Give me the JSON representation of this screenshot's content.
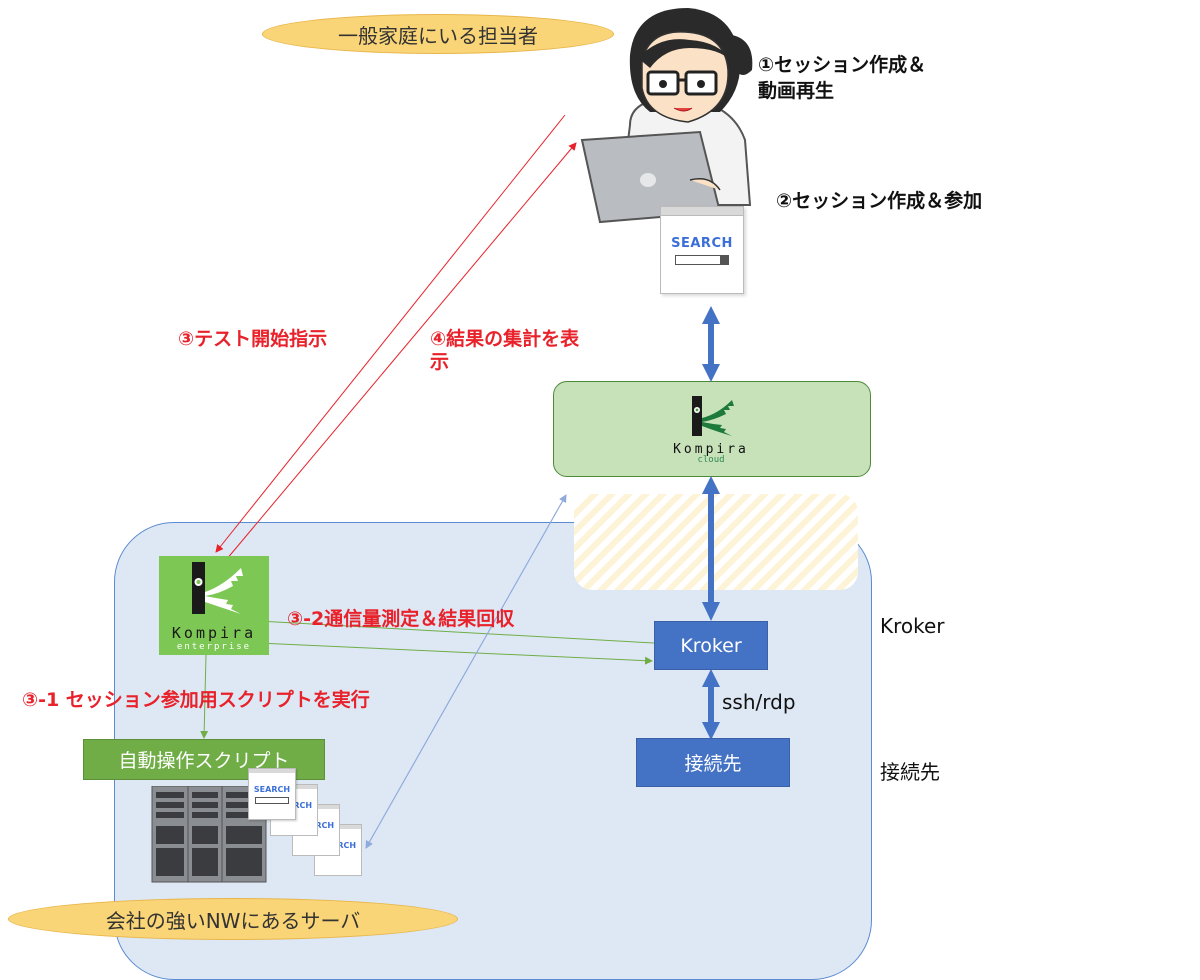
{
  "ellipse_top": "一般家庭にいる担当者",
  "ellipse_bottom": "会社の強いNWにあるサーバ",
  "step1": [
    "①セッション作成＆",
    "動画再生"
  ],
  "step2": "②セッション作成＆参加",
  "step3": "③テスト開始指示",
  "step4": [
    "④結果の集計を表",
    "示"
  ],
  "step3_2": "③-2通信量測定＆結果回収",
  "step3_1": "③-1 セッション参加用スクリプトを実行",
  "kroker_box": "Kroker",
  "kroker_side": "Kroker",
  "ssh_label": "ssh/rdp",
  "dest_box": "接続先",
  "dest_side": "接続先",
  "script_box": "自動操作スクリプト",
  "search_text": "SEARCH",
  "search_text_small": "SEARCH",
  "cloud_logo": {
    "name": "Kompira",
    "sub": "cloud"
  },
  "enterprise_logo": {
    "name": "Kompira",
    "sub": "enterprise"
  },
  "colors": {
    "red": "#e8212a",
    "blue": "#4472c4",
    "green": "#70ad47",
    "panel": "#dde8f4",
    "cloud_panel": "#c7e2b9",
    "ellipse": "#f9d577"
  },
  "icons": [
    "person-with-laptop-icon",
    "browser-search-icon",
    "server-rack-icon",
    "crocodile-logo-icon"
  ]
}
